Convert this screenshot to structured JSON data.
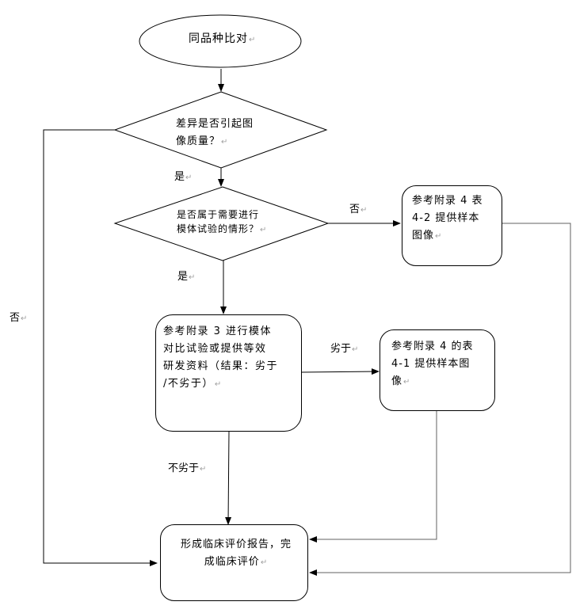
{
  "diagram": {
    "type": "flowchart",
    "nodes": {
      "start": {
        "shape": "ellipse",
        "text": "同品种比对"
      },
      "decision1": {
        "shape": "diamond",
        "lines": [
          "差异是否引起图",
          "像质量？"
        ]
      },
      "decision2": {
        "shape": "diamond",
        "lines": [
          "是否属于需要进行",
          "模体试验的情形？"
        ]
      },
      "appendix4_2": {
        "shape": "rounded-rect",
        "lines": [
          "参考附录 4 表",
          "4-2 提供样本",
          "图像"
        ]
      },
      "appendix3": {
        "shape": "rounded-rect",
        "lines": [
          "参考附录 3 进行模体",
          "对比试验或提供等效",
          "研发资料（结果：劣于",
          "/不劣于）"
        ]
      },
      "appendix4_1": {
        "shape": "rounded-rect",
        "lines": [
          "参考附录 4 的表",
          "4-1 提供样本图",
          "像"
        ]
      },
      "report": {
        "shape": "rounded-rect",
        "lines": [
          "形成临床评价报告，完",
          "成临床评价"
        ]
      }
    },
    "edge_labels": {
      "d1_yes": "是",
      "d1_no": "否",
      "d2_yes": "是",
      "d2_no": "否",
      "inferior": "劣于",
      "not_inferior": "不劣于"
    },
    "paragraph_mark": "↵",
    "colors": {
      "line": "#000000",
      "secondary_line": "#606060",
      "paragraph_mark": "#a0a0a0",
      "background": "#ffffff"
    }
  }
}
